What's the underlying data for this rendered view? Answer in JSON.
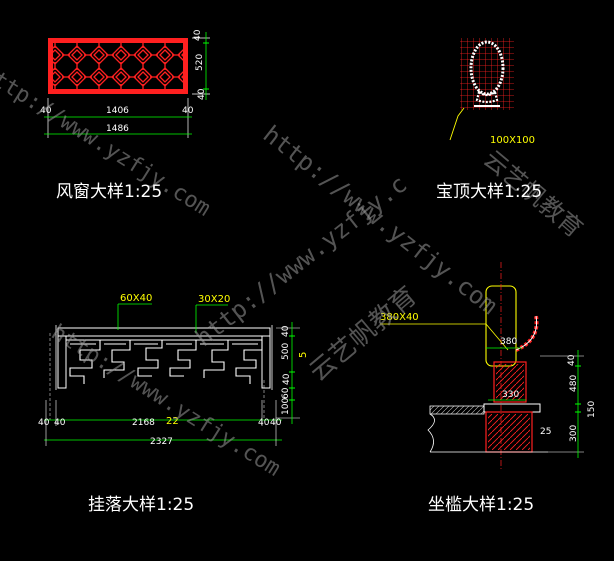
{
  "titles": {
    "window": "风窗大样1:25",
    "top_finial": "宝顶大样1:25",
    "hanging": "挂落大样1:25",
    "seat_rail": "坐槛大样1:25"
  },
  "window_dims": {
    "left": "40",
    "right": "40",
    "inner": "1406",
    "total": "1486",
    "top": "40",
    "height": "520",
    "bottom": "40"
  },
  "finial_dims": {
    "size": "100X100"
  },
  "hanging_dims": {
    "member_a": "60X40",
    "member_b": "30X20",
    "l1": "40",
    "l2": "40",
    "mid": "2168",
    "mid_note": "22",
    "r1": "40",
    "r2": "40",
    "total": "2327",
    "v1": "40",
    "v2": "500",
    "v3": "40",
    "v4": "60",
    "v5": "100",
    "side": "5"
  },
  "seat_dims": {
    "label": "380X40",
    "a": "380",
    "b": "330",
    "c": "25",
    "h1": "40",
    "h2": "480",
    "h3": "150",
    "h4": "300"
  },
  "watermarks": {
    "a": "http://www.yzfjy.com",
    "b": "云艺帆教育",
    "c": "http://www.yzfjy.c"
  },
  "colors": {
    "background": "#000000",
    "ornament": "#ff0000",
    "dimension": "#00ff00",
    "label": "#ffff00",
    "line": "#ffffff"
  }
}
